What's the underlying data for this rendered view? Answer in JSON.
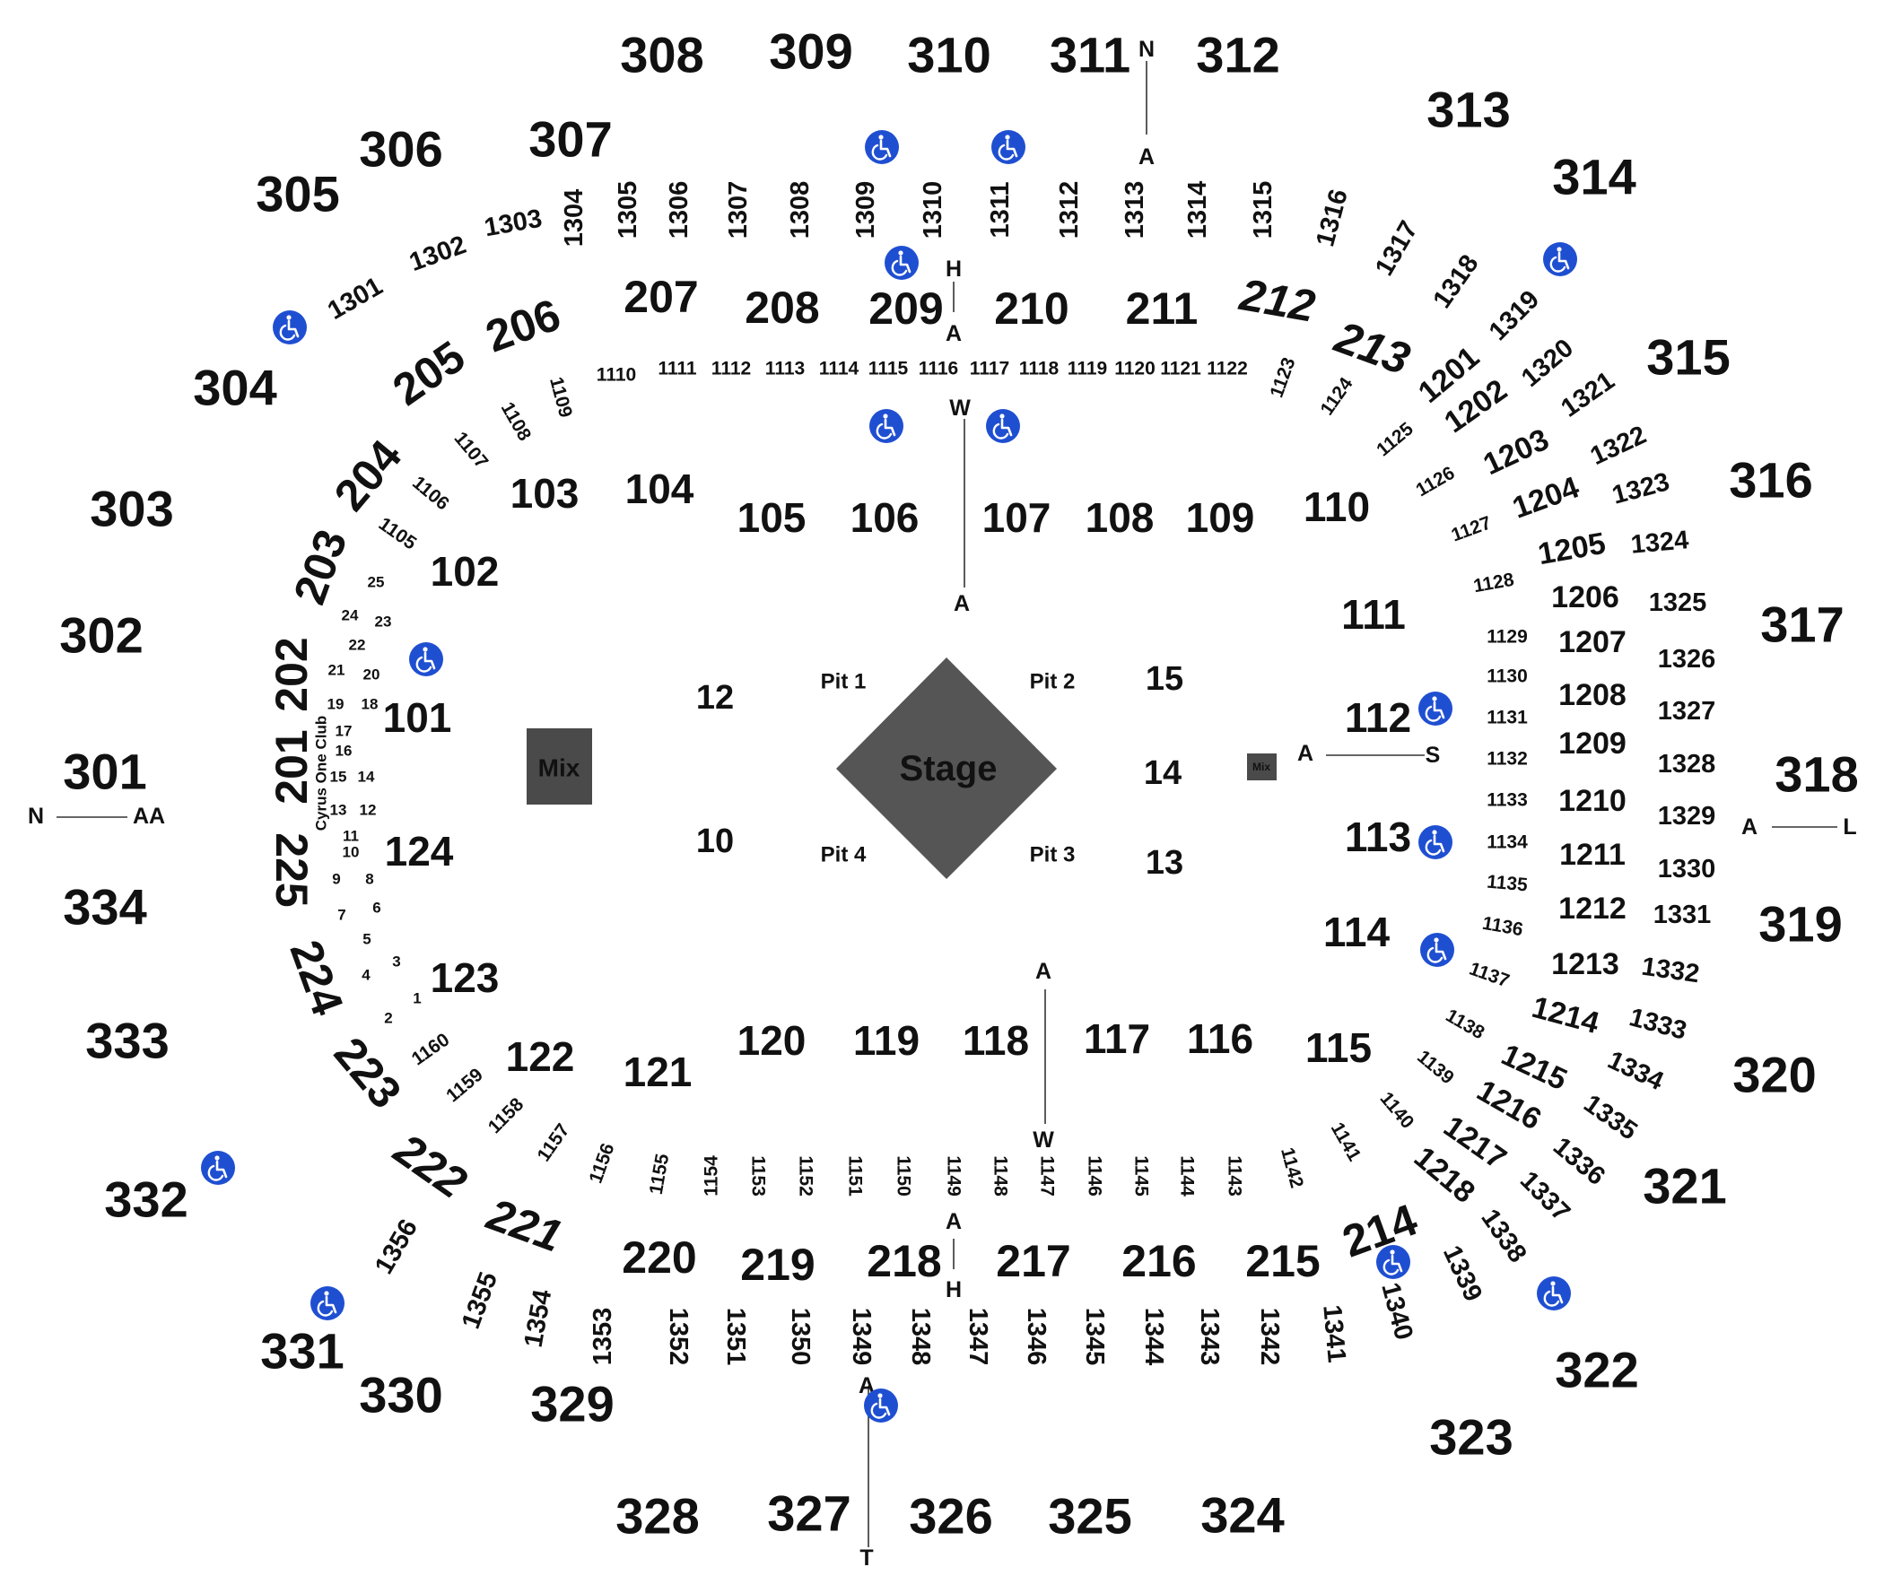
{
  "colors": {
    "stage_fill": "#555555",
    "mix_fill": "#4a4a4a",
    "label_text": "#111111",
    "ada_fill": "#1f4fd1",
    "background": "#ffffff",
    "line": "#333333"
  },
  "icons": {
    "wheelchair": "accessible-seating-icon"
  },
  "stage": {
    "label": "Stage"
  },
  "mix": {
    "main": "Mix",
    "small": "Mix"
  },
  "pits": [
    "Pit 1",
    "Pit 2",
    "Pit 3",
    "Pit 4"
  ],
  "floor_sections": [
    "10",
    "12",
    "13",
    "14",
    "15"
  ],
  "club": {
    "name": "Cyrus One Club",
    "seats": [
      "1",
      "2",
      "3",
      "4",
      "5",
      "6",
      "7",
      "8",
      "9",
      "10",
      "11",
      "12",
      "13",
      "14",
      "15",
      "16",
      "17",
      "18",
      "19",
      "20",
      "21",
      "22",
      "23",
      "24",
      "25"
    ]
  },
  "sections": {
    "level_100": [
      "101",
      "102",
      "103",
      "104",
      "105",
      "106",
      "107",
      "108",
      "109",
      "110",
      "111",
      "112",
      "113",
      "114",
      "115",
      "116",
      "117",
      "118",
      "119",
      "120",
      "121",
      "122",
      "123",
      "124"
    ],
    "level_200": [
      "201",
      "202",
      "203",
      "204",
      "205",
      "206",
      "207",
      "208",
      "209",
      "210",
      "211",
      "212",
      "213",
      "214",
      "215",
      "216",
      "217",
      "218",
      "219",
      "220",
      "221",
      "222",
      "223",
      "224",
      "225"
    ],
    "level_300": [
      "301",
      "302",
      "303",
      "304",
      "305",
      "306",
      "307",
      "308",
      "309",
      "310",
      "311",
      "312",
      "313",
      "314",
      "315",
      "316",
      "317",
      "318",
      "319",
      "320",
      "321",
      "322",
      "323",
      "324",
      "325",
      "326",
      "327",
      "328",
      "329",
      "330",
      "331",
      "332",
      "333",
      "334"
    ],
    "level_1100": [
      "1105",
      "1106",
      "1107",
      "1108",
      "1109",
      "1110",
      "1111",
      "1112",
      "1113",
      "1114",
      "1115",
      "1116",
      "1117",
      "1118",
      "1119",
      "1120",
      "1121",
      "1122",
      "1123",
      "1124",
      "1125",
      "1126",
      "1127",
      "1128",
      "1129",
      "1130",
      "1131",
      "1132",
      "1133",
      "1134",
      "1135",
      "1136",
      "1137",
      "1138",
      "1139",
      "1140",
      "1141",
      "1142",
      "1143",
      "1144",
      "1145",
      "1146",
      "1147",
      "1148",
      "1149",
      "1150",
      "1151",
      "1152",
      "1153",
      "1154",
      "1155",
      "1156",
      "1157",
      "1158",
      "1159",
      "1160"
    ],
    "level_1200": [
      "1201",
      "1202",
      "1203",
      "1204",
      "1205",
      "1206",
      "1207",
      "1208",
      "1209",
      "1210",
      "1211",
      "1212",
      "1213",
      "1214",
      "1215",
      "1216",
      "1217",
      "1218"
    ],
    "level_1300": [
      "1301",
      "1302",
      "1303",
      "1304",
      "1305",
      "1306",
      "1307",
      "1308",
      "1309",
      "1310",
      "1311",
      "1312",
      "1313",
      "1314",
      "1315",
      "1316",
      "1317",
      "1318",
      "1319",
      "1320",
      "1321",
      "1322",
      "1323",
      "1324",
      "1325",
      "1326",
      "1327",
      "1328",
      "1329",
      "1330",
      "1331",
      "1332",
      "1333",
      "1334",
      "1335",
      "1336",
      "1337",
      "1338",
      "1339",
      "1340",
      "1341",
      "1342",
      "1343",
      "1344",
      "1345",
      "1346",
      "1347",
      "1348",
      "1349",
      "1350",
      "1351",
      "1352",
      "1353",
      "1354",
      "1355",
      "1356"
    ]
  },
  "row_markers": {
    "north_top": [
      "N",
      "A"
    ],
    "west": [
      "N",
      "AA"
    ],
    "east": [
      "A",
      "L"
    ],
    "floor_right": [
      "A",
      "S"
    ],
    "floor_top_center": [
      "W",
      "A"
    ],
    "floor_bottom_center": [
      "A",
      "W"
    ],
    "upper_209": [
      "H",
      "A"
    ],
    "lower_218": [
      "A",
      "H"
    ],
    "bottom_327": [
      "A",
      "T"
    ]
  }
}
